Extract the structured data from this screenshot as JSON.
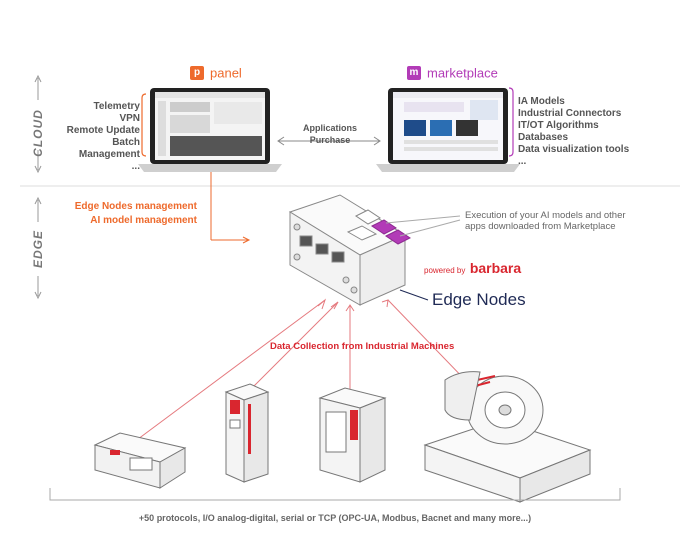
{
  "sections": {
    "cloud": "CLOUD",
    "edge": "EDGE"
  },
  "panel": {
    "badge": "p",
    "name": "panel",
    "color": "#ee6a2c",
    "features": [
      "Telemetry",
      "VPN",
      "Remote Update",
      "Batch Management",
      "..."
    ]
  },
  "marketplace": {
    "badge": "m",
    "name": "marketplace",
    "color": "#b23bb7",
    "features": [
      "IA Models",
      "Industrial Connectors",
      "IT/OT Algorithms",
      "Databases",
      "Data visualization tools",
      "..."
    ]
  },
  "link_label": "Applications Purchase",
  "edge_management": [
    "Edge Nodes management",
    "AI model management"
  ],
  "execution_note": [
    "Execution of your AI models and other",
    "apps downloaded from Marketplace"
  ],
  "powered_by": {
    "prefix": "powered by",
    "brand": "barbara"
  },
  "edge_nodes_label": "Edge Nodes",
  "data_collection_label": "Data Collection from Industrial Machines",
  "protocols_note": "+50 protocols, I/O analog-digital, serial or TCP (OPC-UA, Modbus, Bacnet and many more...)",
  "colors": {
    "accent_orange": "#ee6a2c",
    "accent_red": "#d9262f",
    "accent_purple": "#b23bb7",
    "line_gray": "#aaaaaa"
  }
}
